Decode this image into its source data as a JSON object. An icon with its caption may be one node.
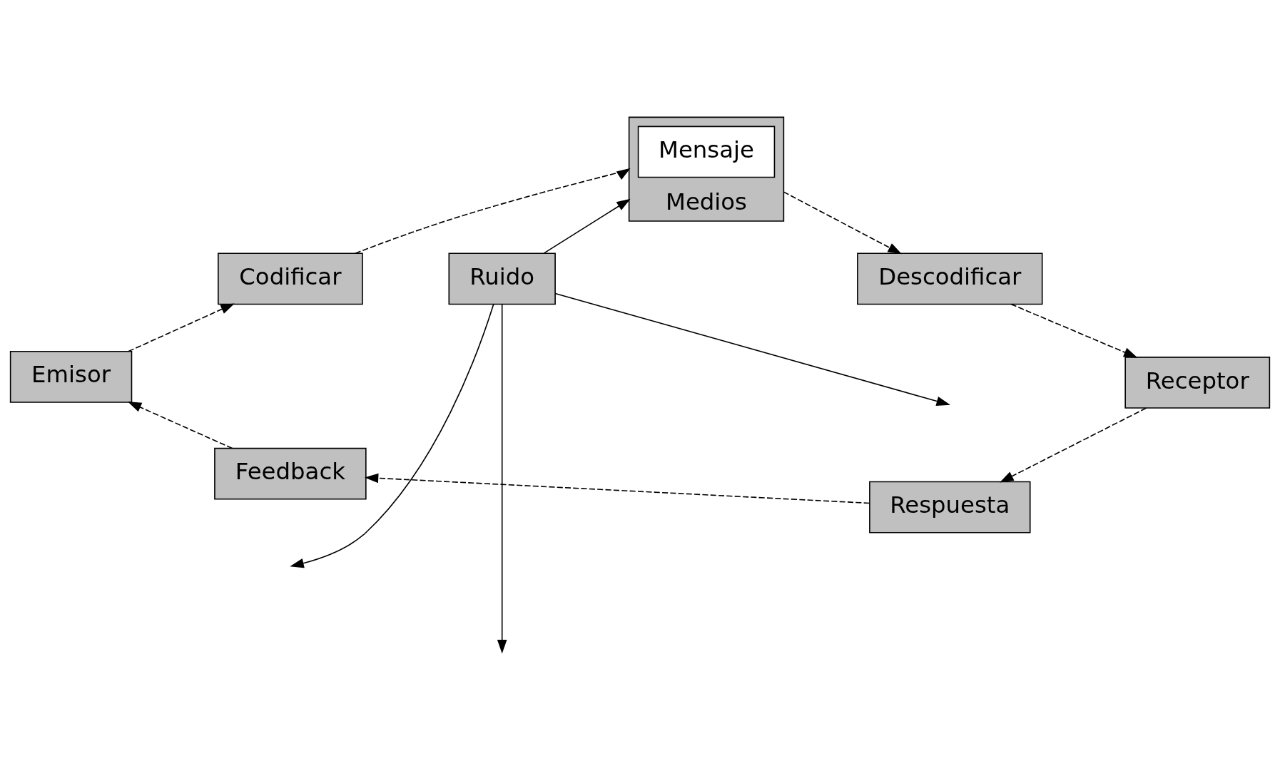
{
  "diagram": {
    "nodes": [
      {
        "text": [
          "Emisor"
        ]
      },
      {
        "text": [
          "Codificar"
        ]
      },
      {
        "text": [
          "Medios"
        ]
      },
      {
        "text": [
          "Mensaje"
        ],
        "in": 2
      },
      {
        "text": [
          "Descodificar"
        ]
      },
      {
        "text": [
          "Receptor"
        ]
      },
      {
        "text": [
          "Ruido"
        ]
      },
      {
        "text": [
          "Feedback"
        ]
      },
      {
        "text": [
          "Respuesta"
        ]
      }
    ],
    "edges": [
      {
        "from": 0,
        "to": 1,
        "arrow": "to",
        "style": "dashed"
      },
      {
        "from": 1,
        "to": 2,
        "arrow": "to",
        "style": "dashed"
      },
      {
        "from": 2,
        "to": 4,
        "arrow": "to",
        "style": "dashed"
      },
      {
        "from": 4,
        "to": 5,
        "arrow": "to",
        "style": "dashed"
      },
      {
        "from": 5,
        "to": 8,
        "arrow": "to",
        "style": "dashed"
      },
      {
        "from": 8,
        "to": 7,
        "arrow": "to",
        "style": "dashed"
      },
      {
        "from": 7,
        "to": 0,
        "arrow": "to",
        "style": "dashed"
      },
      {
        "from": 6,
        "to": 2,
        "arrow": "to"
      },
      {
        "from": 6,
        "to": null,
        "arrow": "to"
      },
      {
        "from": 6,
        "to": null,
        "arrow": "to"
      },
      {
        "from": 6,
        "to": null,
        "arrow": "to"
      }
    ]
  }
}
